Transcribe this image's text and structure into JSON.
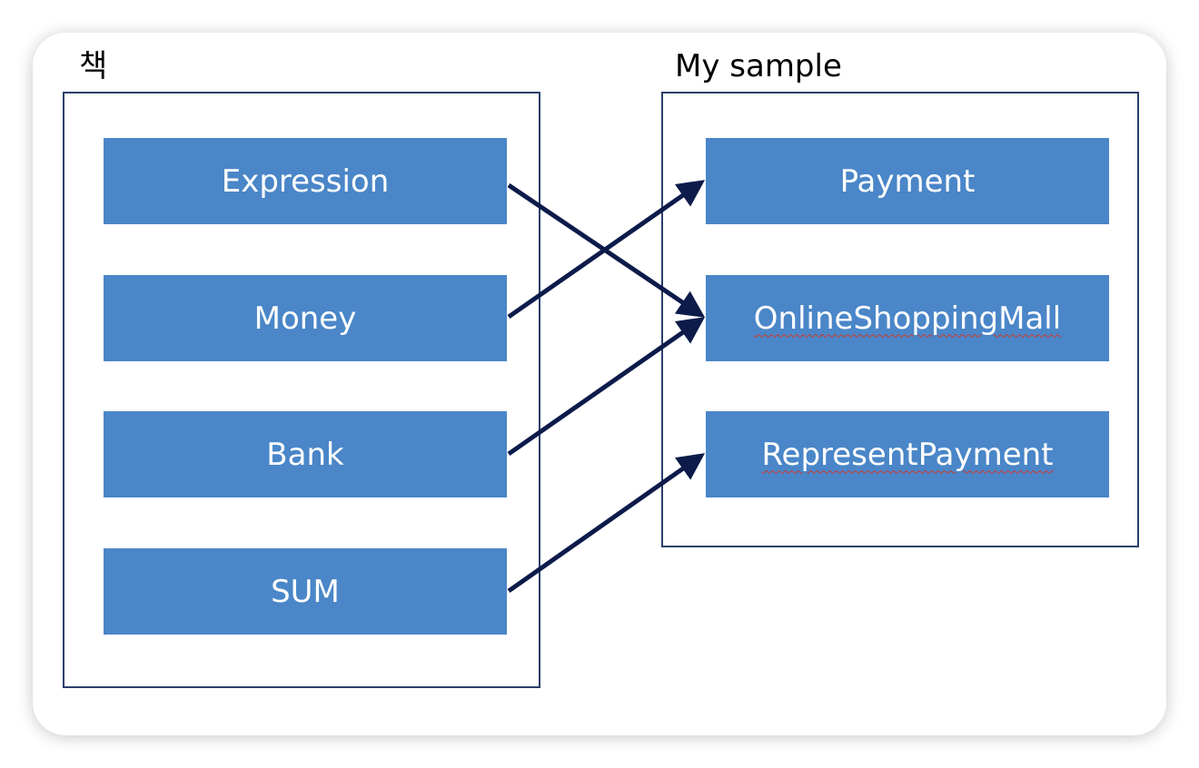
{
  "colors": {
    "box_fill": "#4a86c8",
    "box_text": "#ffffff",
    "frame_border": "#2b3f6b",
    "arrow": "#0d1b4a",
    "spellcheck_underline": "#d2392f"
  },
  "left_group": {
    "title": "책",
    "nodes": [
      "Expression",
      "Money",
      "Bank",
      "SUM"
    ]
  },
  "right_group": {
    "title": "My sample",
    "nodes": [
      "Payment",
      "OnlineShoppingMall",
      "RepresentPayment"
    ]
  },
  "arrows": [
    {
      "from": "Expression",
      "to": "OnlineShoppingMall"
    },
    {
      "from": "Money",
      "to": "Payment"
    },
    {
      "from": "Bank",
      "to": "OnlineShoppingMall"
    },
    {
      "from": "SUM",
      "to": "RepresentPayment"
    }
  ]
}
